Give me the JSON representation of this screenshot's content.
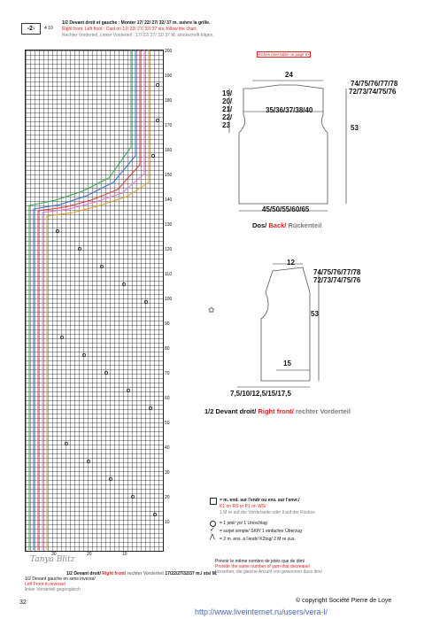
{
  "header": {
    "step_number": "-2-",
    "size_marker": "4 10",
    "line_fr": "1/2 Devant droit et gauche : Monter 17/ 22/ 27/ 32/ 37 m. suivre la grille.",
    "line_en": "Right front. Left front : Cast on 17/ 22/ 27/ 32/ 37 sts, follow the chart.",
    "line_de": "Rechter Vorderteil, Linker Vorderteil : 17/ 22/ 27/ 32/ 37 M, strickschrift folgen."
  },
  "chart": {
    "row_labels": [
      "200",
      "190",
      "180",
      "170",
      "160",
      "150",
      "140",
      "130",
      "120",
      "110",
      "100",
      "90",
      "80",
      "70",
      "60",
      "50",
      "40",
      "30",
      "20",
      "10"
    ],
    "col_labels": [
      "30",
      "20",
      "10"
    ],
    "bottom_line_fr": "1/2 Devant droit/",
    "bottom_line_en": "Right front/",
    "bottom_line_de": "rechter Vorderteil",
    "bottom_sizes": "17/22/27/32/37 m./ sts/ M.",
    "bottom_note_fr": "1/2 Devant gauche en sens inverse/",
    "bottom_note_en": "Left Front in reverse/",
    "bottom_note_de": "linker Vorderteil gegengleich",
    "signature": "Tanya Blitz"
  },
  "back_diagram": {
    "note": "inches (see table on page 6)",
    "top_width": "24",
    "shoulder_sizes_1": "74/75/76/77/78",
    "shoulder_sizes_2": "72/73/74/75/76",
    "armhole_sizes": [
      "19/",
      "20/",
      "21/",
      "22/",
      "23"
    ],
    "chest": "35/36/37/38/40",
    "height": "53",
    "bottom_width": "45/50/55/60/65",
    "label_fr": "Dos/",
    "label_en": "Back/",
    "label_de": "Rückenteil"
  },
  "front_diagram": {
    "top_width": "12",
    "sizes_1": "74/75/76/77/78",
    "sizes_2": "72/73/74/75/76",
    "height": "53",
    "inner_width": "15",
    "bottom_width": "7,5/10/12,5/15/17,5",
    "label_fr": "1/2 Devant droit/",
    "label_en": "Right front/",
    "label_de": "rechter Vorderteil"
  },
  "legend": {
    "item1_fr": "= m. end. sur l'endr ou env. sur l'envr./",
    "item1_en": "K1 on RS or P1 on WS/",
    "item1_de": "1 M re auf der Vorderseite oder li auf der Rückse",
    "item2": "= 1 jeté/ yo/ 1 Umschlag",
    "item3": "= surjet simple/ SKP/ 1 einfacher Überzug",
    "item4": "= 2 m. ens. à l'endr/ K2tog/ 2 M re zus."
  },
  "footer_note": {
    "line_fr": "Prévoir le même nombre de jetés que de dim/",
    "line_en": "Provide the same number of yarn that decrease/",
    "line_de": "Vorsehen, die gleiche Anzahl von gewonnen dass dim/"
  },
  "footer": {
    "page_number": "32",
    "copyright": "© copyright Société Pierre de Loye",
    "url": "http://www.liveinternet.ru/users/vera-l/"
  }
}
